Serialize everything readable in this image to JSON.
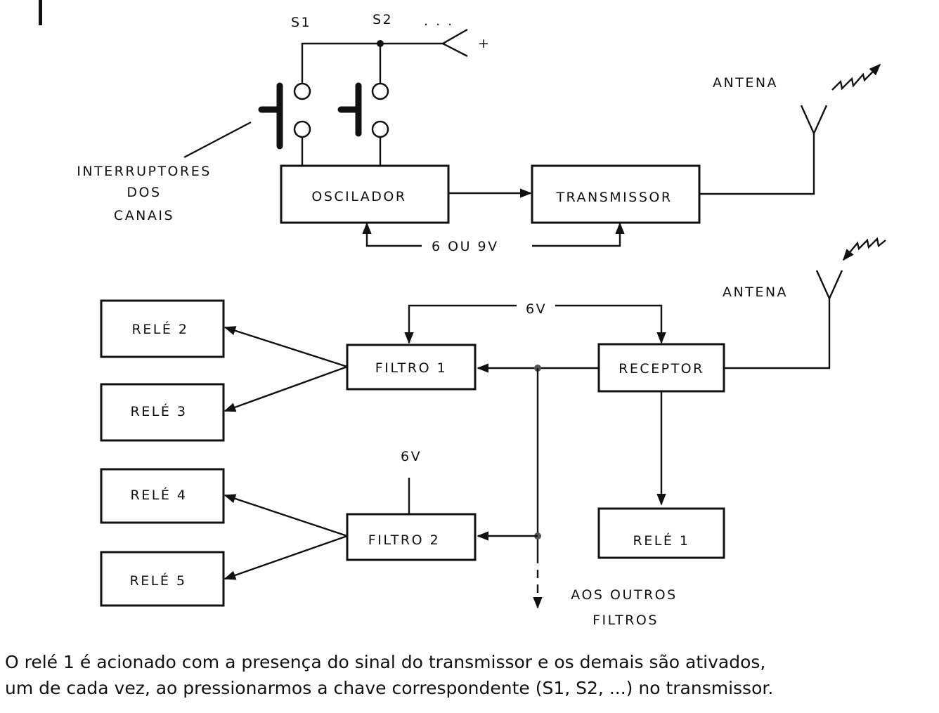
{
  "transmitter": {
    "switch_labels": [
      "S1",
      "S2"
    ],
    "ellipsis": ". . .",
    "plus": "+",
    "switch_caption": [
      "INTERRUPTORES",
      "DOS",
      "CANAIS"
    ],
    "oscillator": "OSCILADOR",
    "transmitter": "TRANSMISSOR",
    "antenna": "ANTENA",
    "supply": "6 OU 9V"
  },
  "receiver": {
    "antenna": "ANTENA",
    "supply_top": "6V",
    "supply_filter2": "6V",
    "receiver": "RECEPTOR",
    "filter1": "FILTRO 1",
    "filter2": "FILTRO 2",
    "relays": [
      "RELÉ 1",
      "RELÉ 2",
      "RELÉ 3",
      "RELÉ 4",
      "RELÉ 5"
    ],
    "other_filters": [
      "AOS OUTROS",
      "FILTROS"
    ]
  },
  "caption": {
    "line1": "O relé 1 é acionado com a presença do sinal do transmissor e os demais são ativados,",
    "line2": "um de cada vez, ao pressionarmos a chave correspondente (S1, S2, ...) no transmissor."
  }
}
